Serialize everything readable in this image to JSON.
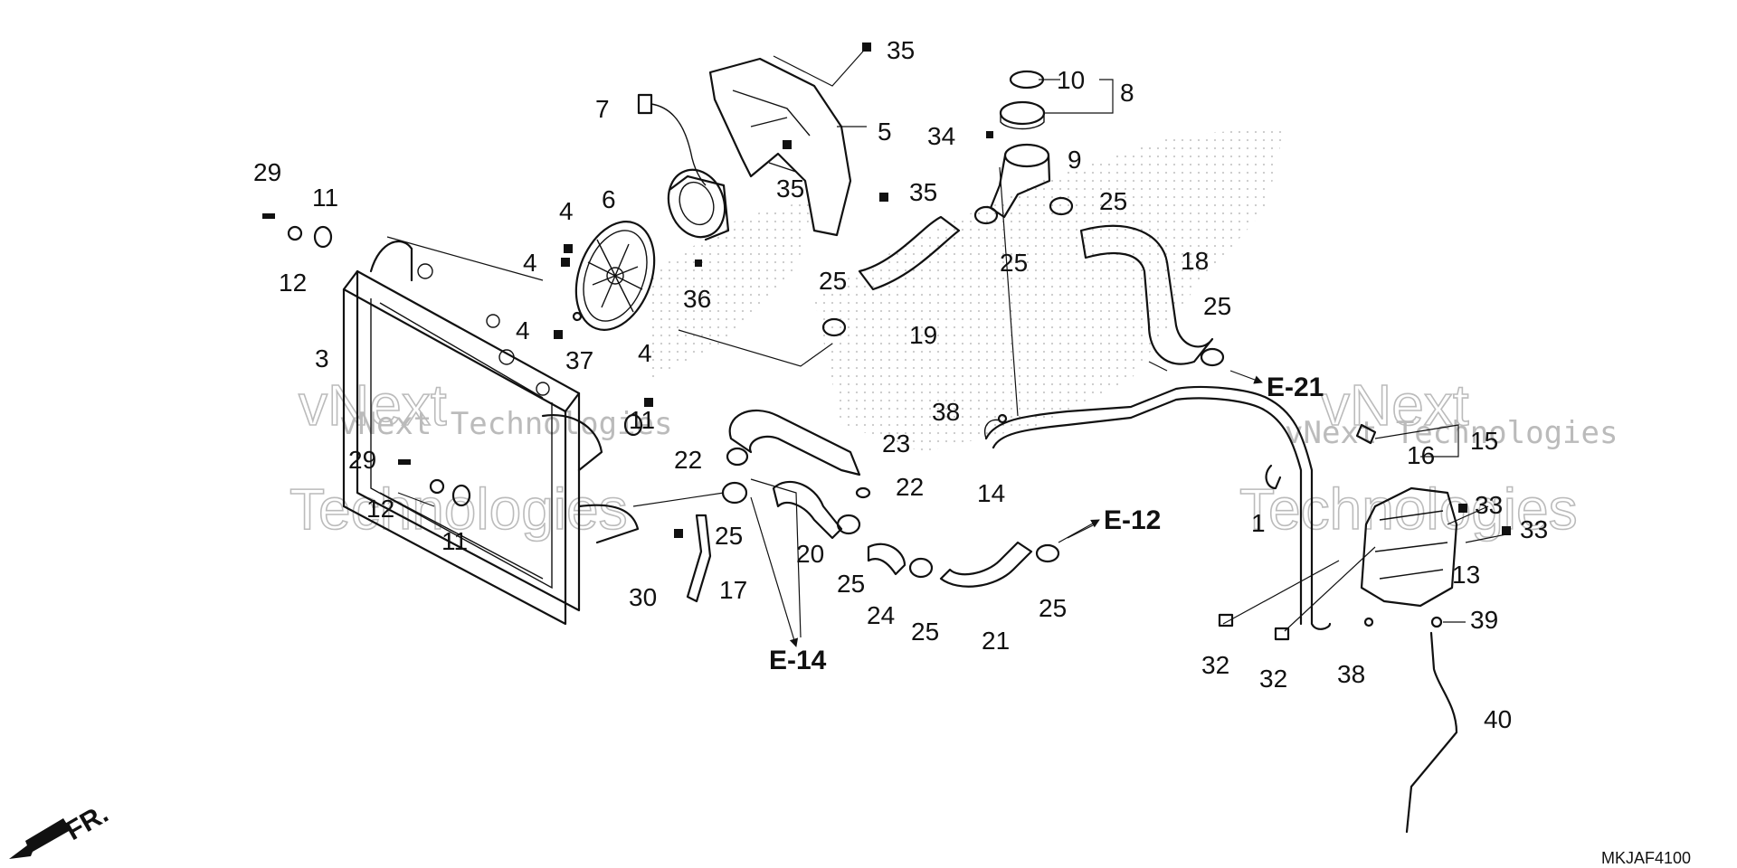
{
  "diagram": {
    "code": "MKJAF4100",
    "watermark": {
      "brand": "vNext",
      "line1": "vNext Technologies",
      "line2": "Technologies"
    },
    "front_label": "FR.",
    "part_numbers": {
      "p1": "1",
      "p3": "3",
      "p4a": "4",
      "p4b": "4",
      "p4c": "4",
      "p4d": "4",
      "p5": "5",
      "p6": "6",
      "p7": "7",
      "p8": "8",
      "p9": "9",
      "p10": "10",
      "p11a": "11",
      "p11b": "11",
      "p11c": "11",
      "p12a": "12",
      "p12b": "12",
      "p13": "13",
      "p14": "14",
      "p15": "15",
      "p16": "16",
      "p17": "17",
      "p18": "18",
      "p19": "19",
      "p20": "20",
      "p21": "21",
      "p22a": "22",
      "p22b": "22",
      "p23": "23",
      "p24": "24",
      "p25a": "25",
      "p25b": "25",
      "p25c": "25",
      "p25d": "25",
      "p25e": "25",
      "p25f": "25",
      "p25g": "25",
      "p25h": "25",
      "p29a": "29",
      "p29b": "29",
      "p30": "30",
      "p32a": "32",
      "p32b": "32",
      "p33a": "33",
      "p33b": "33",
      "p34": "34",
      "p35a": "35",
      "p35b": "35",
      "p35c": "35",
      "p36": "36",
      "p37": "37",
      "p38a": "38",
      "p38b": "38",
      "p39": "39",
      "p40": "40"
    },
    "references": {
      "e21": "E-21",
      "e14": "E-14",
      "e12": "E-12"
    }
  }
}
